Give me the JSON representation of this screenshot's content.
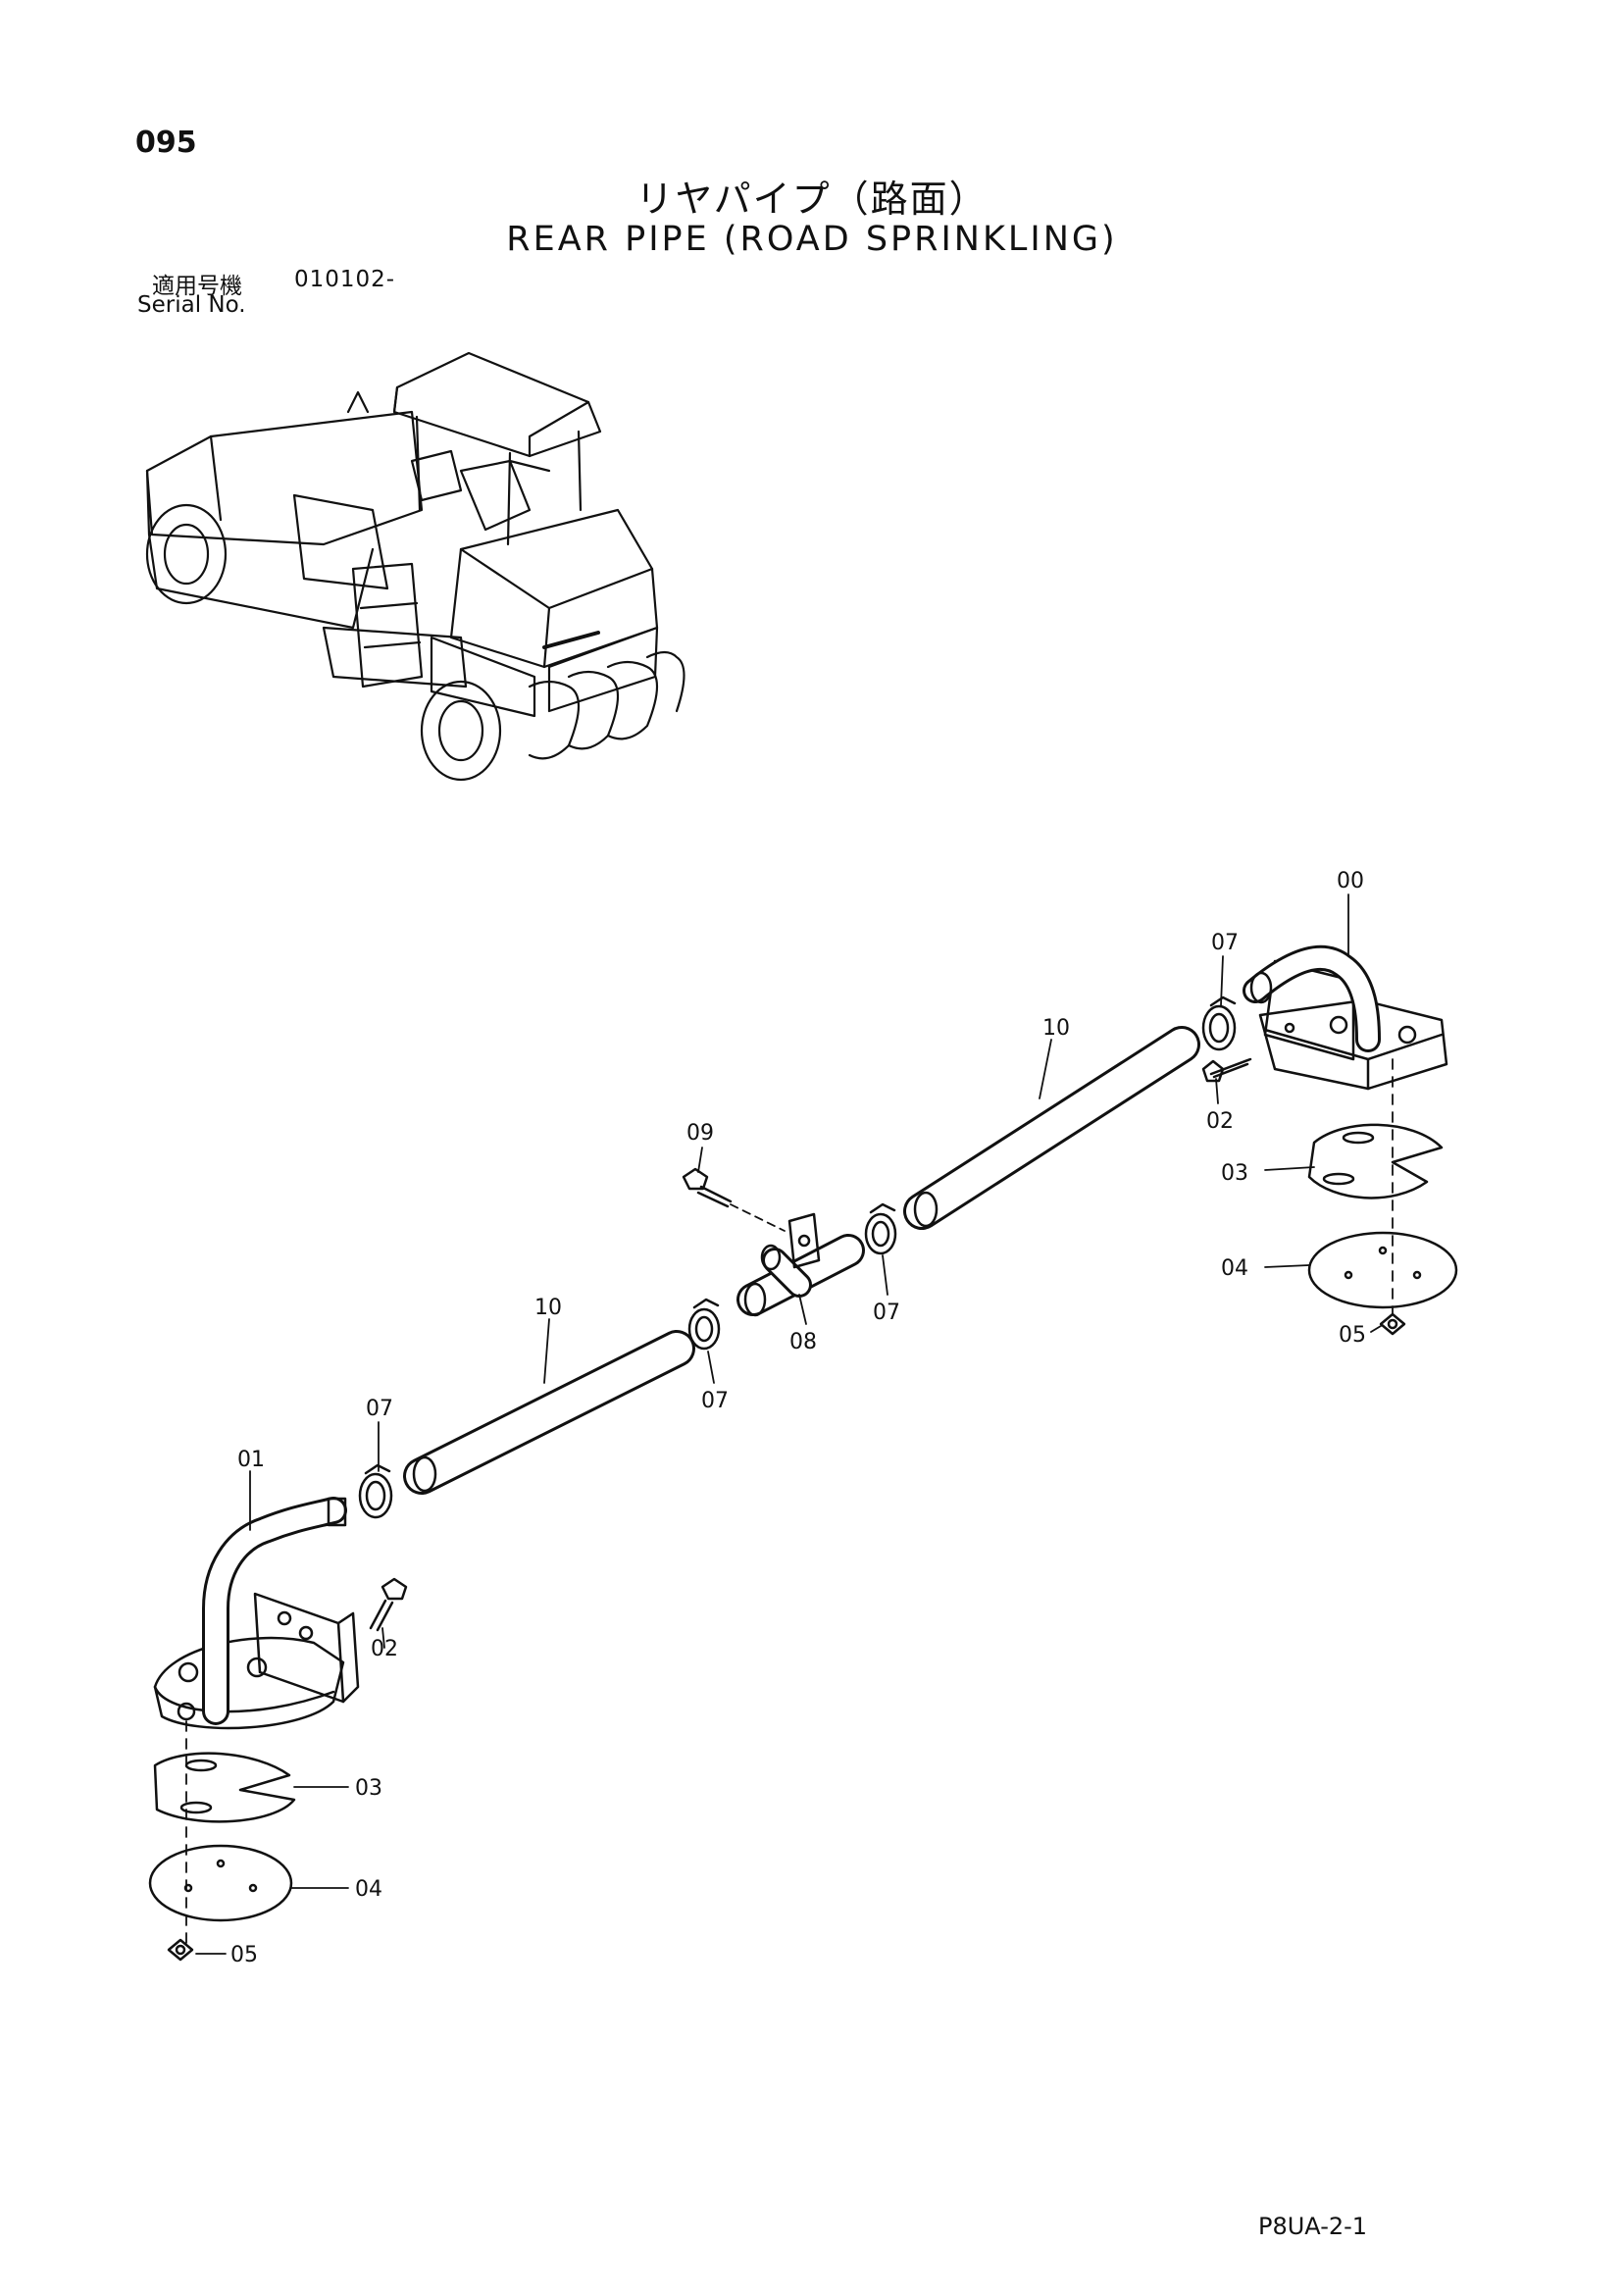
{
  "header": {
    "page_number": "095",
    "title_jp": "リヤパイプ（路面）",
    "title_en": "REAR PIPE (ROAD SPRINKLING)",
    "serial_label_jp": "適用号機",
    "serial_value": "010102-",
    "serial_label_en": "Serial No."
  },
  "callouts": {
    "c00": "00",
    "c07_top": "07",
    "c10_top": "10",
    "c02_top": "02",
    "c03_top": "03",
    "c04_top": "04",
    "c05_top": "05",
    "c09": "09",
    "c07_mid1": "07",
    "c08": "08",
    "c10_left": "10",
    "c07_mid2": "07",
    "c07_left": "07",
    "c01": "01",
    "c02_left": "02",
    "c03_left": "03",
    "c04_left": "04",
    "c05_left": "05"
  },
  "footer": {
    "page_code": "P8UA-2-1"
  }
}
